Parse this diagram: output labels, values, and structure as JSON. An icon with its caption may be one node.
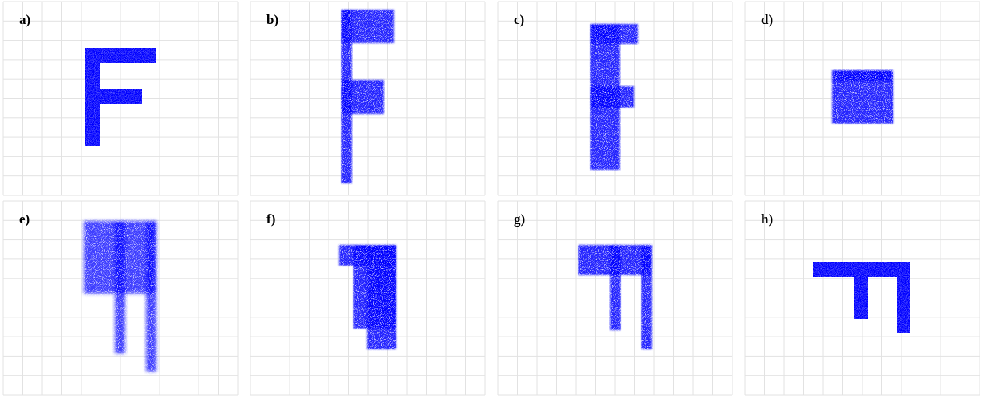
{
  "diagram": {
    "labels": [
      "a)",
      "b)",
      "c)",
      "d)",
      "e)",
      "f)",
      "g)",
      "h)"
    ]
  }
}
